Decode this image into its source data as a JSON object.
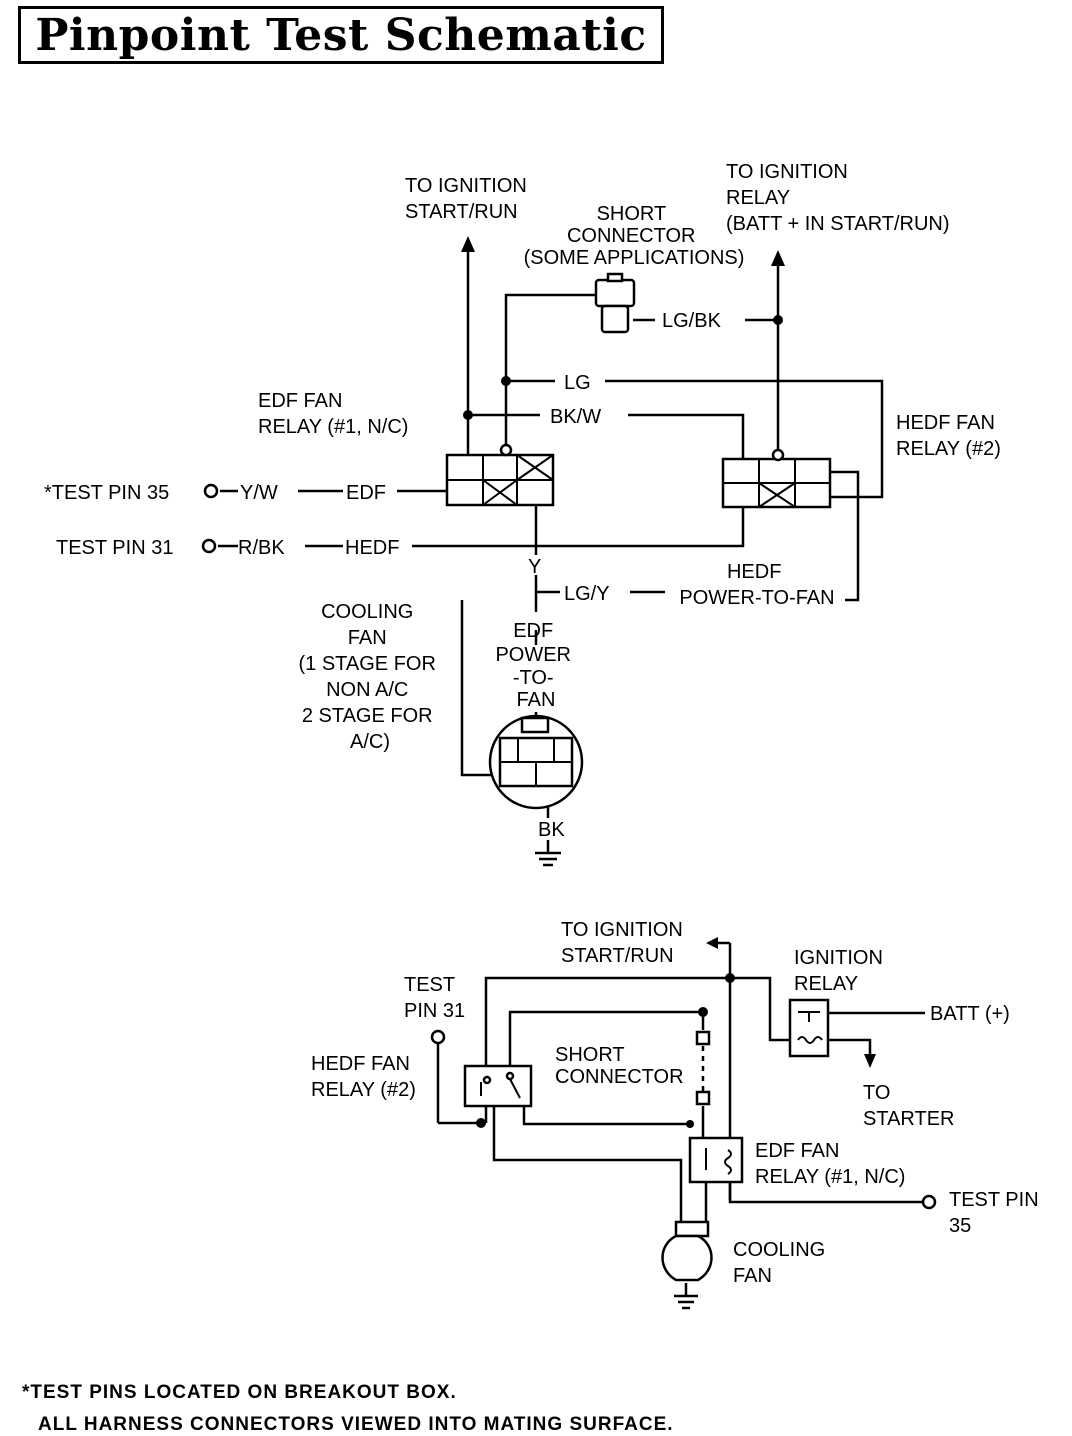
{
  "title": "Pinpoint Test Schematic",
  "top": {
    "to_ign_start_run": [
      "TO IGNITION",
      "START/RUN"
    ],
    "to_ign_relay": [
      "TO IGNITION",
      "RELAY",
      "(BATT + IN START/RUN)"
    ],
    "short_connector": [
      "SHORT",
      "CONNECTOR",
      "(SOME APPLICATIONS)"
    ],
    "lg_bk": "LG/BK",
    "lg": "LG",
    "bk_w": "BK/W",
    "edf_relay": [
      "EDF FAN",
      "RELAY (#1, N/C)"
    ],
    "hedf_relay": [
      "HEDF FAN",
      "RELAY (#2)"
    ],
    "test_pin_35": "*TEST PIN 35",
    "y_w": "Y/W",
    "edf": "EDF",
    "test_pin_31": "TEST PIN 31",
    "r_bk": "R/BK",
    "hedf": "HEDF",
    "y": "Y",
    "lg_y": "LG/Y",
    "hedf_ptf": [
      "HEDF",
      "POWER-TO-FAN"
    ],
    "cooling_fan": [
      "COOLING",
      "FAN",
      "(1 STAGE FOR",
      "NON A/C",
      "2 STAGE FOR",
      "A/C)"
    ],
    "edf_ptf": [
      "EDF",
      "POWER",
      "-TO-",
      "FAN"
    ],
    "bk": "BK"
  },
  "bottom": {
    "to_ign_start_run": [
      "TO IGNITION",
      "START/RUN"
    ],
    "ign_relay": [
      "IGNITION",
      "RELAY"
    ],
    "test_pin_31": [
      "TEST",
      "PIN 31"
    ],
    "batt": "BATT (+)",
    "hedf_relay": [
      "HEDF FAN",
      "RELAY (#2)"
    ],
    "short_connector": [
      "SHORT",
      "CONNECTOR"
    ],
    "to_starter": [
      "TO",
      "STARTER"
    ],
    "edf_relay": [
      "EDF FAN",
      "RELAY (#1, N/C)"
    ],
    "test_pin_35": [
      "TEST PIN",
      "35"
    ],
    "cooling_fan": [
      "COOLING",
      "FAN"
    ]
  },
  "footer": {
    "note1": "*TEST PINS LOCATED ON BREAKOUT BOX.",
    "note2": "ALL HARNESS CONNECTORS VIEWED INTO MATING SURFACE."
  }
}
